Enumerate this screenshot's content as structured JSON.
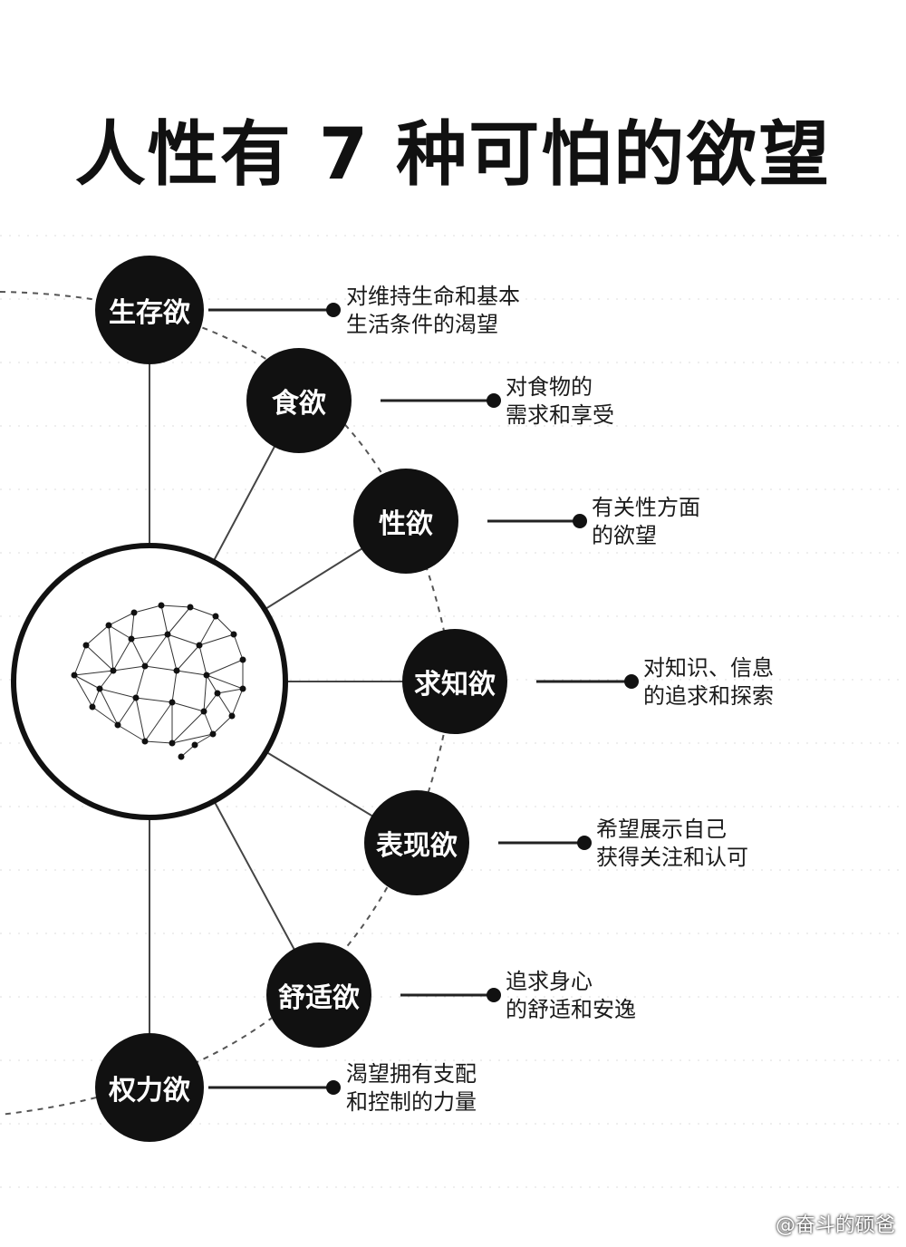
{
  "title": "人性有 7 种可怕的欲望",
  "watermark": "@奋斗的硕爸",
  "colors": {
    "node": "#111111",
    "line": "#333333",
    "grid": "#dddddd"
  },
  "center_icon": "brain-network-icon",
  "desires": [
    {
      "label": "生存欲",
      "lines": [
        "对维持生命和基本",
        "生活条件的渴望"
      ]
    },
    {
      "label": "食欲",
      "lines": [
        "对食物的",
        "需求和享受"
      ]
    },
    {
      "label": "性欲",
      "lines": [
        "有关性方面",
        "的欲望"
      ]
    },
    {
      "label": "求知欲",
      "lines": [
        "对知识、信息",
        "的追求和探索"
      ]
    },
    {
      "label": "表现欲",
      "lines": [
        "希望展示自己",
        "获得关注和认可"
      ]
    },
    {
      "label": "舒适欲",
      "lines": [
        "追求身心",
        "的舒适和安逸"
      ]
    },
    {
      "label": "权力欲",
      "lines": [
        "渴望拥有支配",
        "和控制的力量"
      ]
    }
  ]
}
